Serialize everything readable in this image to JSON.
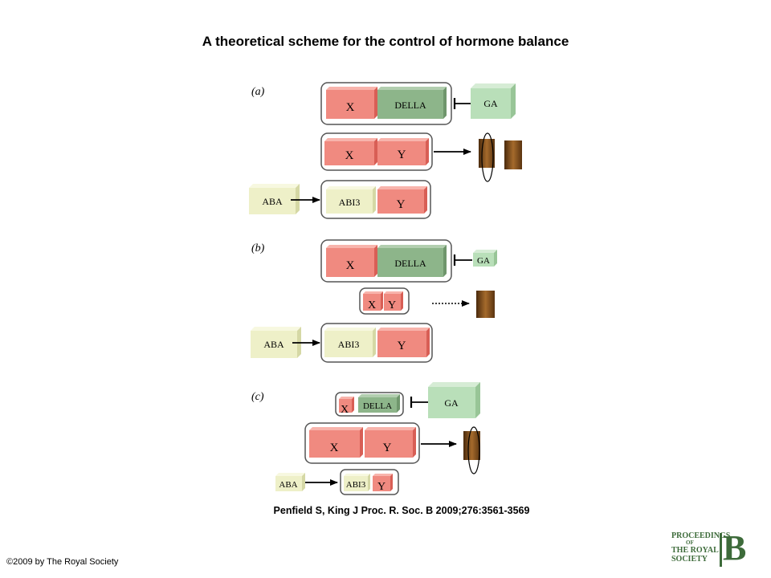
{
  "title": "A theoretical scheme for the control of hormone balance",
  "citation": "Penfield S, King J Proc. R. Soc. B 2009;276:3561-3569",
  "copyright": "©2009 by The Royal Society",
  "logo": {
    "line1": "PROCEEDINGS",
    "line2": "OF",
    "line3": "THE ROYAL",
    "line4": "SOCIETY",
    "letter": "B"
  },
  "panels": {
    "a": {
      "label": "(a)"
    },
    "b": {
      "label": "(b)"
    },
    "c": {
      "label": "(c)"
    }
  },
  "labels": {
    "x": "X",
    "y": "Y",
    "della": "DELLA",
    "ga": "GA",
    "aba": "ABA",
    "abi3": "ABI3"
  },
  "colors": {
    "red_fill": "#f08a80",
    "red_top": "#f8b4ac",
    "red_side": "#d85e55",
    "darkgreen_fill": "#8db58a",
    "darkgreen_top": "#b2ceaf",
    "darkgreen_side": "#6f966c",
    "lightgreen_fill": "#b9dfb9",
    "lightgreen_top": "#d6ecd5",
    "lightgreen_side": "#98c597",
    "cream_fill": "#eef0c8",
    "cream_top": "#f7f8e0",
    "cream_side": "#d5d8a5",
    "brown": "#7a4a1c",
    "logo_green": "#3d6b3a"
  }
}
